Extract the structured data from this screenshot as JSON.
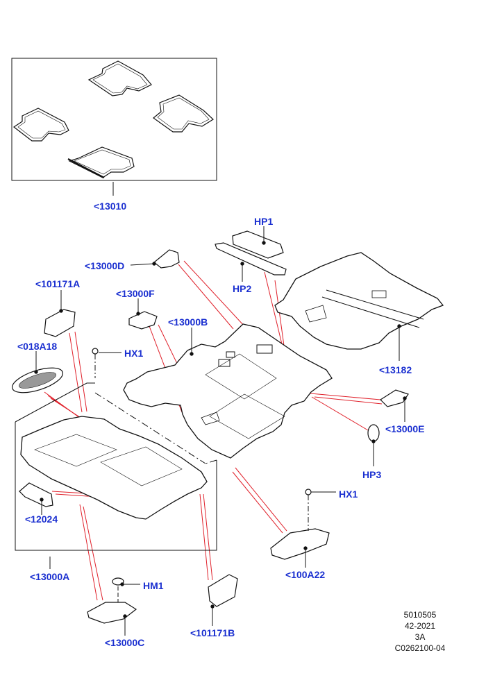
{
  "callouts": {
    "c13010": "<13010",
    "hp1": "HP1",
    "c13000D": "<13000D",
    "hp2": "HP2",
    "c101171A": "<101171A",
    "c13000F": "<13000F",
    "c13000B": "<13000B",
    "c13182": "<13182",
    "c018A18": "<018A18",
    "hx1_left": "HX1",
    "c13000E": "<13000E",
    "hp3": "HP3",
    "hx1_right": "HX1",
    "c12024": "<12024",
    "c100A22": "<100A22",
    "c13000A": "<13000A",
    "hm1": "HM1",
    "c13000C": "<13000C",
    "c101171B": "<101171B"
  },
  "footer": {
    "line1": "5010505",
    "line2": "42-2021",
    "line3": "3A",
    "line4": "C0262100-04"
  },
  "colors": {
    "callout": "#1a2fd0",
    "leader": "#e0202a",
    "outline": "#111111"
  }
}
